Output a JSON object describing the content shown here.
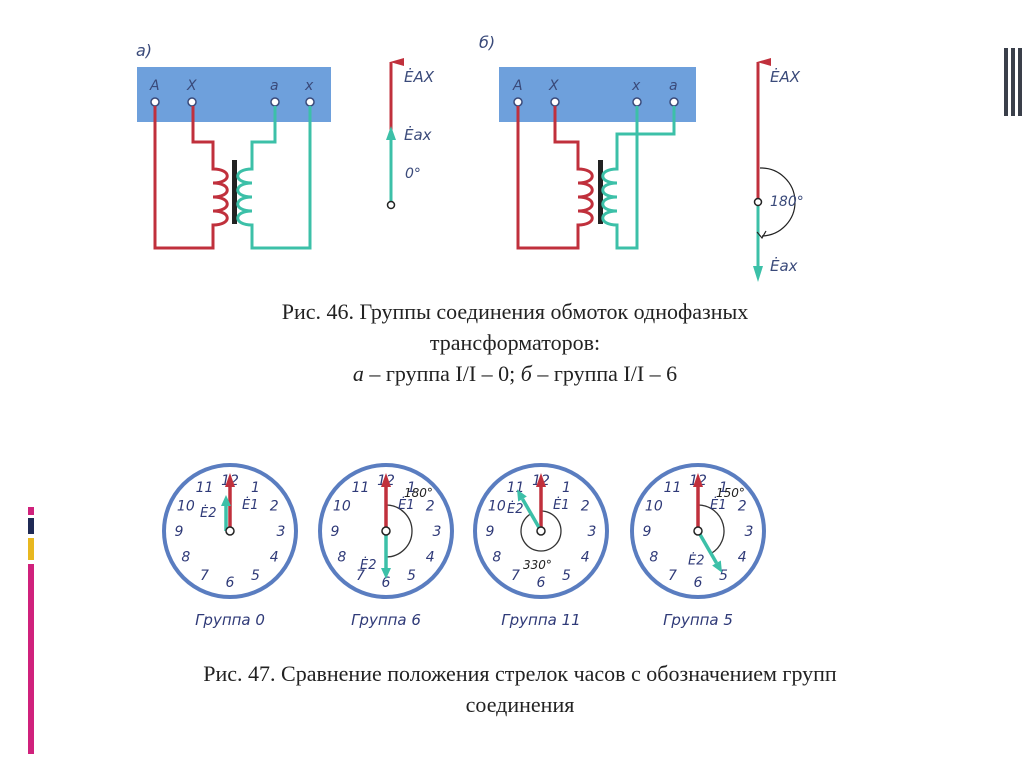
{
  "colors": {
    "panel": "#6ea0dc",
    "primary": "#c0303c",
    "secondary": "#3cc0a8",
    "core": "#222222",
    "dial_face": "#ffffff",
    "dial_ring": "#5a7dc0",
    "digits": "#2f3a78",
    "accent_bar_pink": "#d0217c",
    "accent_bar_navy": "#1f2a55",
    "accent_bar_gold": "#e8b820"
  },
  "fig46": {
    "a": {
      "letter": "а)",
      "terminals": [
        "A",
        "X",
        "a",
        "x"
      ],
      "vec_primary": "ĖAX",
      "vec_secondary": "Ėax",
      "angle": "0°"
    },
    "b": {
      "letter": "б)",
      "terminals": [
        "A",
        "X",
        "x",
        "a"
      ],
      "vec_primary": "ĖAX",
      "vec_secondary": "Ėax",
      "angle": "180°"
    },
    "caption": {
      "line1": "Рис. 46. Группы соединения обмоток однофазных",
      "line2": "трансформаторов:",
      "line3_a": "а",
      "line3_mid": " – группа I/I – 0; ",
      "line3_b": "б",
      "line3_end": " – группа I/I – 6"
    }
  },
  "fig47": {
    "clocks": [
      {
        "label": "Группа 0",
        "e1_label": "Ė1",
        "e2_label": "Ė2",
        "angle_label": "",
        "e2_hour": 0
      },
      {
        "label": "Группа 6",
        "e1_label": "Ė1",
        "e2_label": "Ė2",
        "angle_label": "180°",
        "e2_hour": 6
      },
      {
        "label": "Группа 11",
        "e1_label": "Ė1",
        "e2_label": "Ė2",
        "angle_label": "330°",
        "e2_hour": 11
      },
      {
        "label": "Группа 5",
        "e1_label": "Ė1",
        "e2_label": "Ė2",
        "angle_label": "150°",
        "e2_hour": 5
      }
    ],
    "dial_numbers": [
      "12",
      "1",
      "2",
      "3",
      "4",
      "5",
      "6",
      "7",
      "8",
      "9",
      "10",
      "11"
    ],
    "caption": {
      "line1": "Рис. 47. Сравнение положения стрелок часов с обозначением групп",
      "line2": "соединения"
    }
  }
}
